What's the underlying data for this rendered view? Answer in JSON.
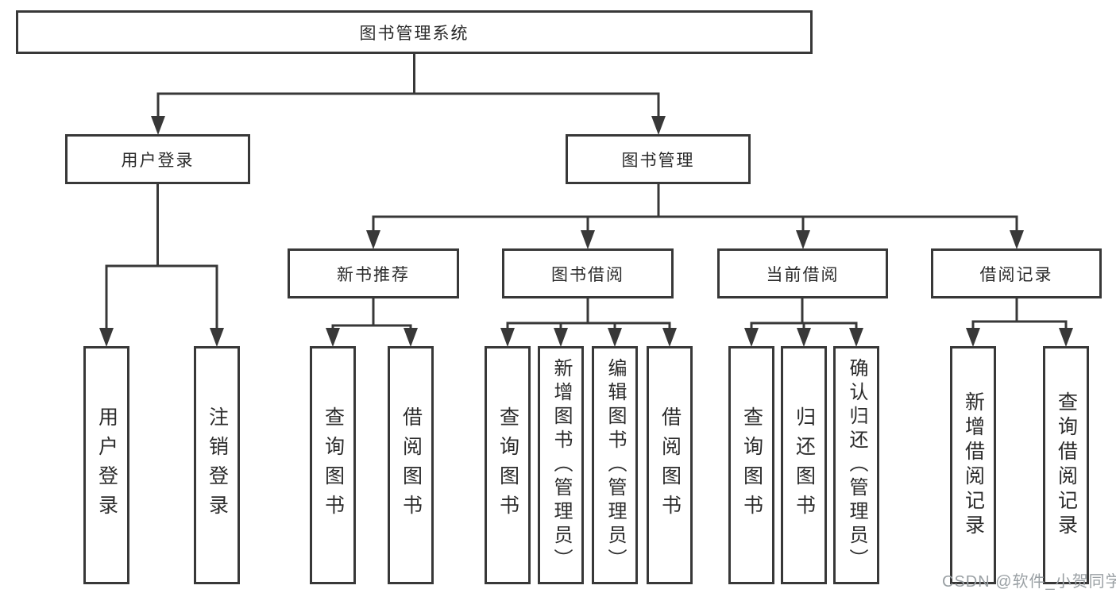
{
  "tree": {
    "root": "图书管理系统",
    "branches": [
      {
        "label": "用户登录",
        "children": [
          "用户登录",
          "注销登录"
        ]
      },
      {
        "label": "图书管理",
        "children": [
          {
            "label": "新书推荐",
            "children": [
              "查询图书",
              "借阅图书"
            ]
          },
          {
            "label": "图书借阅",
            "children": [
              "查询图书",
              "新增图书（管理员）",
              "编辑图书（管理员）",
              "借阅图书"
            ]
          },
          {
            "label": "当前借阅",
            "children": [
              "查询图书",
              "归还图书",
              "确认归还（管理员）"
            ]
          },
          {
            "label": "借阅记录",
            "children": [
              "新增借阅记录",
              "查询借阅记录"
            ]
          }
        ]
      }
    ]
  },
  "watermark": "CSDN @软件_小贺同学",
  "colors": {
    "line": "#383838",
    "box_border": "#383838",
    "text": "#2b2b2b",
    "background": "#ffffff",
    "watermark": "#9aa0a4"
  }
}
